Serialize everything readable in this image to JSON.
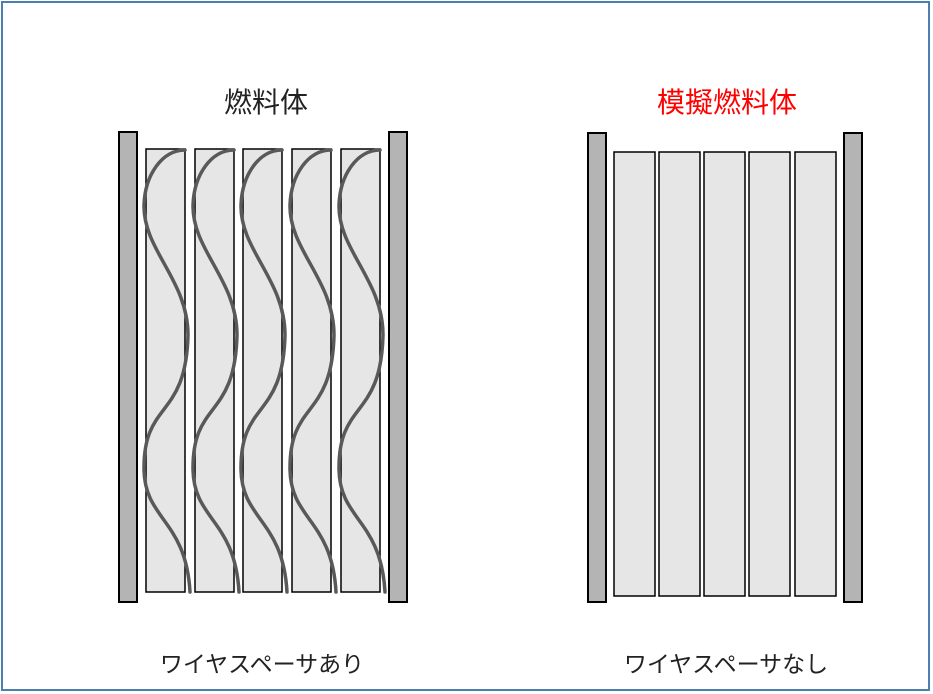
{
  "left_panel": {
    "title": "燃料体",
    "title_color": "#222222",
    "caption": "ワイヤスペーサあり",
    "has_wire_spacer": true
  },
  "right_panel": {
    "title": "模擬燃料体",
    "title_color": "#ff0000",
    "caption": "ワイヤスペーサなし",
    "has_wire_spacer": false
  },
  "colors": {
    "frame_border": "#4a7fb0",
    "rod_fill": "#e6e6e6",
    "duct_fill": "#b4b4b4",
    "wire": "#595959"
  }
}
